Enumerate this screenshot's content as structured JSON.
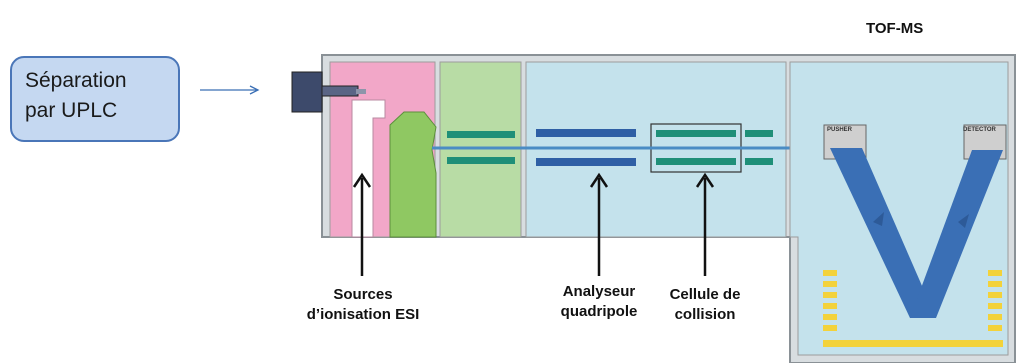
{
  "diagram": {
    "separation": {
      "line1": "Séparation",
      "line2": "par UPLC"
    },
    "tof_label": "TOF-MS",
    "pusher_label": "PUSHER",
    "detector_label": "DETECTOR",
    "labels": {
      "sources": {
        "line1": "Sources",
        "line2": "d’ionisation ESI"
      },
      "analyzer": {
        "line1": "Analyseur",
        "line2": "quadripole"
      },
      "collision": {
        "line1": "Cellule de",
        "line2": "collision"
      }
    },
    "colors": {
      "source_pink": "#f2a7c8",
      "cone_green": "#8fc862",
      "lens_green": "#b8dca5",
      "chamber_blue": "#c4e2ec",
      "quad_blue": "#2f5fa5",
      "teal_rod": "#1f8f78",
      "flight_tube_blue": "#3a6fb5",
      "separation_box": "#c5d8f1",
      "separation_border": "#4a76b8",
      "reflectron_yellow": "#f3d23a"
    }
  }
}
